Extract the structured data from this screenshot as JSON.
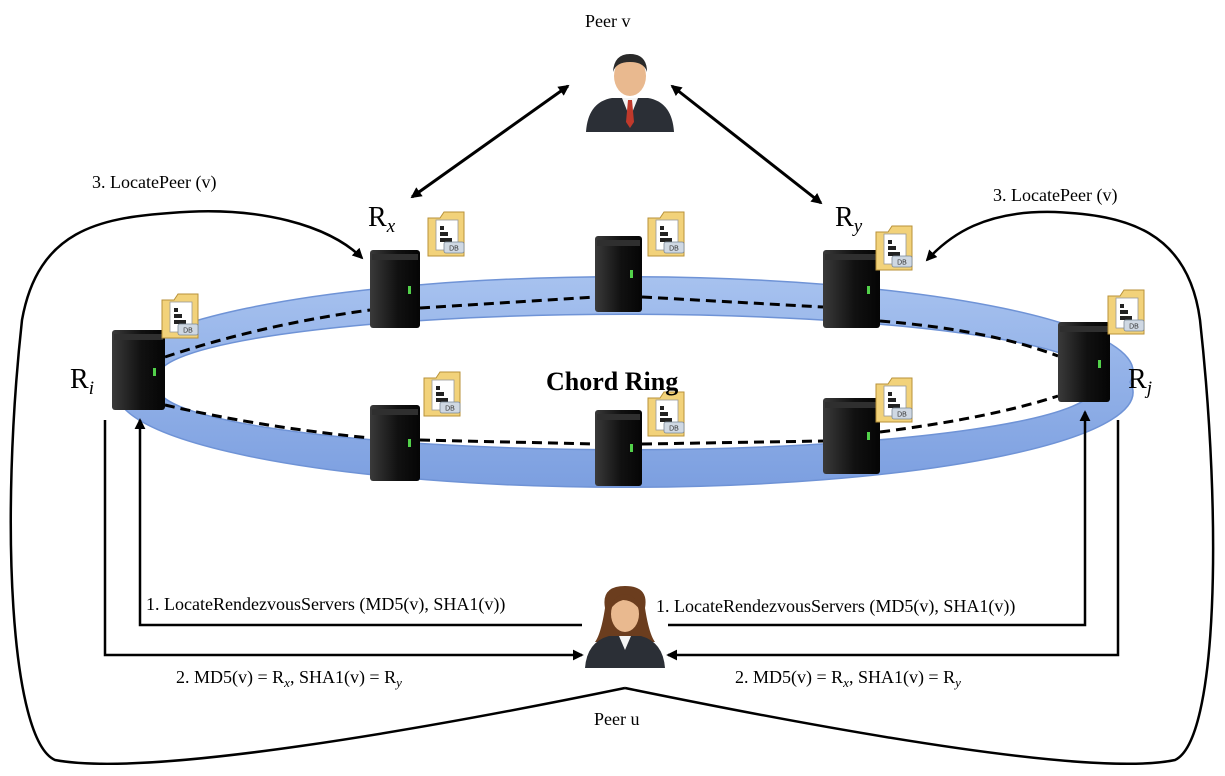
{
  "colors": {
    "ring_fill": "#8eb0e8",
    "ring_stroke": "#6f93d6",
    "server_body": "#141414",
    "server_led": "#52d14a",
    "folder": "#f2d27a",
    "db_badge": "#cfd8e3",
    "suit": "#2b2f36",
    "tie": "#c0392b",
    "skin": "#e9b98f",
    "hair_female": "#6b3d1e",
    "hair_male": "#2a2a2a"
  },
  "icons": {
    "server": "server-icon",
    "database_folder": "database-folder-icon",
    "peer_male": "businessman-icon",
    "peer_female": "businesswoman-icon"
  },
  "labels": {
    "peer_v": "Peer v",
    "peer_u": "Peer u",
    "chord_ring": "Chord Ring",
    "locate_peer_left": "3. LocatePeer (v)",
    "locate_peer_right": "3. LocatePeer (v)",
    "locate_rendezvous_left": "1. LocateRendezvousServers (MD5(v), SHA1(v))",
    "locate_rendezvous_right": "1. LocateRendezvousServers (MD5(v), SHA1(v))",
    "db_text": "DB",
    "md5_left": {
      "prefix": "2. MD5(v) = R",
      "sub1": "x",
      "mid": ", SHA1(v) = R",
      "sub2": "y"
    },
    "md5_right": {
      "prefix": "2. MD5(v) = R",
      "sub1": "x",
      "mid": ", SHA1(v) = R",
      "sub2": "y"
    }
  },
  "nodes": {
    "rx": {
      "base": "R",
      "sub": "x"
    },
    "ry": {
      "base": "R",
      "sub": "y"
    },
    "ri": {
      "base": "R",
      "sub": "i"
    },
    "rj": {
      "base": "R",
      "sub": "j"
    }
  }
}
